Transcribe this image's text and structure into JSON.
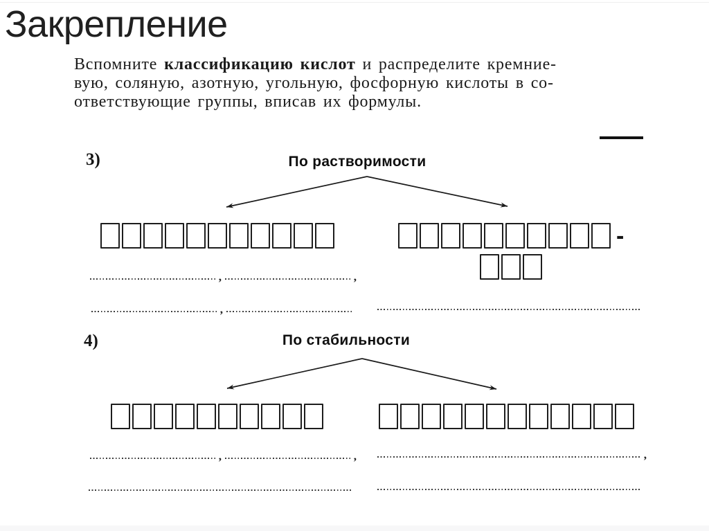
{
  "slide": {
    "title": "Закрепление"
  },
  "instruction": {
    "line1_pre": "Вспомните ",
    "line1_bold": "классификацию кислот",
    "line1_post": " и распределите кремние-",
    "line2": "вую, соляную, азотную, угольную, фосфорную кислоты в со-",
    "line3": "ответствующие группы, вписав их формулы."
  },
  "colors": {
    "ink": "#1b1b1b",
    "box_border": "#1d1d1d",
    "background": "#ffffff"
  },
  "sections": [
    {
      "number": "3)",
      "heading": "По растворимости",
      "left": {
        "box_rows": [
          {
            "count": 11,
            "suffix": ""
          }
        ],
        "write_lines": [
          [
            {
              "size": "half",
              "comma": ","
            },
            {
              "size": "half",
              "comma": ","
            }
          ],
          [
            {
              "size": "half",
              "comma": ","
            },
            {
              "size": "half",
              "comma": ""
            }
          ]
        ]
      },
      "right": {
        "box_rows": [
          {
            "count": 10,
            "suffix": "-"
          },
          {
            "count": 3,
            "suffix": ""
          }
        ],
        "write_lines": [
          [
            {
              "size": "full",
              "comma": ""
            }
          ]
        ]
      }
    },
    {
      "number": "4)",
      "heading": "По стабильности",
      "left": {
        "box_rows": [
          {
            "count": 10,
            "suffix": ""
          }
        ],
        "write_lines": [
          [
            {
              "size": "half",
              "comma": ","
            },
            {
              "size": "half",
              "comma": ","
            }
          ],
          [
            {
              "size": "full",
              "comma": ""
            }
          ]
        ]
      },
      "right": {
        "box_rows": [
          {
            "count": 12,
            "suffix": ""
          }
        ],
        "write_lines": [
          [
            {
              "size": "full",
              "comma": ","
            }
          ],
          [
            {
              "size": "full",
              "comma": ""
            }
          ]
        ]
      }
    }
  ]
}
